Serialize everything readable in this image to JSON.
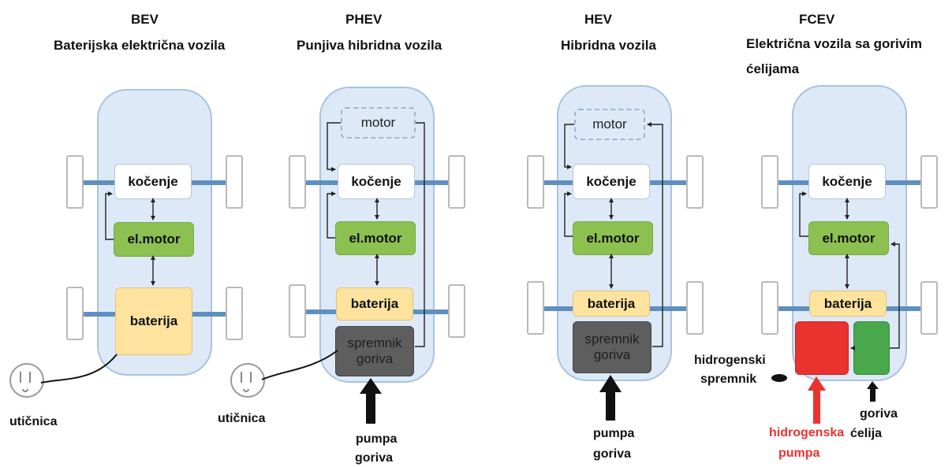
{
  "columns": [
    {
      "code": "BEV",
      "subtitle": "Baterijska električna vozila"
    },
    {
      "code": "PHEV",
      "subtitle": "Punjiva hibridna vozila"
    },
    {
      "code": "HEV",
      "subtitle": "Hibridna vozila"
    },
    {
      "code": "FCEV",
      "subtitle_line1": "Električna vozila sa gorivim",
      "subtitle_line2": "ćelijama"
    }
  ],
  "components": {
    "motor": "motor",
    "brake": "kočenje",
    "el_motor": "el.motor",
    "battery": "baterija",
    "tank_line1": "spremnik",
    "tank_line2": "goriva"
  },
  "labels": {
    "outlet": "utičnica",
    "fuel_pump_line1": "pumpa",
    "fuel_pump_line2": "goriva",
    "hydrogen_tank_line1": "hidrogenski",
    "hydrogen_tank_line2": "spremnik",
    "hydrogen_pump_line1": "hidrogenska",
    "hydrogen_pump_line2": "pumpa",
    "fuel_cell_line1": "goriva",
    "fuel_cell_line2": "ćelija"
  },
  "colors": {
    "hydrogen_pump": "#e8332f",
    "fuel_cell": "#49a74c",
    "el_motor": "#8cc152",
    "battery": "#fde39e",
    "fuel_tank": "#5e5e5e"
  }
}
